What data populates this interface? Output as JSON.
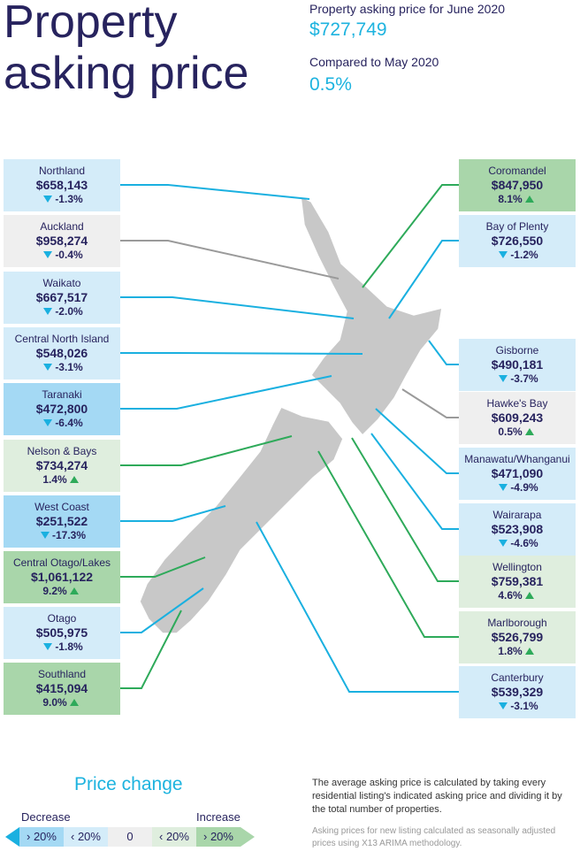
{
  "title": "Property asking price",
  "headline": {
    "label1": "Property asking price for June 2020",
    "value1": "$727,749",
    "label2": "Compared to May 2020",
    "value2": "0.5%"
  },
  "colors": {
    "decrease": "#1ab0e0",
    "increase": "#2eaa5a",
    "neutral": "#9a9a9a",
    "map": "#c8c8c8"
  },
  "regions_left": [
    {
      "name": "Northland",
      "price": "$658,143",
      "change": "-1.3%",
      "dir": "down",
      "tone": "d1"
    },
    {
      "name": "Auckland",
      "price": "$958,274",
      "change": "-0.4%",
      "dir": "down",
      "tone": "n"
    },
    {
      "name": "Waikato",
      "price": "$667,517",
      "change": "-2.0%",
      "dir": "down",
      "tone": "d1"
    },
    {
      "name": "Central North Island",
      "price": "$548,026",
      "change": "-3.1%",
      "dir": "down",
      "tone": "d1"
    },
    {
      "name": "Taranaki",
      "price": "$472,800",
      "change": "-6.4%",
      "dir": "down",
      "tone": "d2"
    },
    {
      "name": "Nelson & Bays",
      "price": "$734,274",
      "change": "1.4%",
      "dir": "up",
      "tone": "u1"
    },
    {
      "name": "West Coast",
      "price": "$251,522",
      "change": "-17.3%",
      "dir": "down",
      "tone": "d2"
    },
    {
      "name": "Central Otago/Lakes",
      "price": "$1,061,122",
      "change": "9.2%",
      "dir": "up",
      "tone": "u2"
    },
    {
      "name": "Otago",
      "price": "$505,975",
      "change": "-1.8%",
      "dir": "down",
      "tone": "d1"
    },
    {
      "name": "Southland",
      "price": "$415,094",
      "change": "9.0%",
      "dir": "up",
      "tone": "u2"
    }
  ],
  "regions_right": [
    {
      "name": "Coromandel",
      "price": "$847,950",
      "change": "8.1%",
      "dir": "up",
      "tone": "u2"
    },
    {
      "name": "Bay of Plenty",
      "price": "$726,550",
      "change": "-1.2%",
      "dir": "down",
      "tone": "d1"
    },
    {
      "name": "Gisborne",
      "price": "$490,181",
      "change": "-3.7%",
      "dir": "down",
      "tone": "d1"
    },
    {
      "name": "Hawke's Bay",
      "price": "$609,243",
      "change": "0.5%",
      "dir": "up",
      "tone": "n"
    },
    {
      "name": "Manawatu/Whanganui",
      "price": "$471,090",
      "change": "-4.9%",
      "dir": "down",
      "tone": "d1"
    },
    {
      "name": "Wairarapa",
      "price": "$523,908",
      "change": "-4.6%",
      "dir": "down",
      "tone": "d1"
    },
    {
      "name": "Wellington",
      "price": "$759,381",
      "change": "4.6%",
      "dir": "up",
      "tone": "u1"
    },
    {
      "name": "Marlborough",
      "price": "$526,799",
      "change": "1.8%",
      "dir": "up",
      "tone": "u1"
    },
    {
      "name": "Canterbury",
      "price": "$539,329",
      "change": "-3.1%",
      "dir": "down",
      "tone": "d1"
    }
  ],
  "legend": {
    "title": "Price change",
    "decrease": "Decrease",
    "increase": "Increase",
    "segments": [
      "› 20%",
      "‹ 20%",
      "0",
      "‹ 20%",
      "› 20%"
    ]
  },
  "notes": {
    "main": "The average asking price is calculated by taking every residential listing's indicated asking price and dividing it by the total number of properties.",
    "method": "Asking prices for new listing calculated as seasonally adjusted prices using X13 ARIMA methodology."
  }
}
